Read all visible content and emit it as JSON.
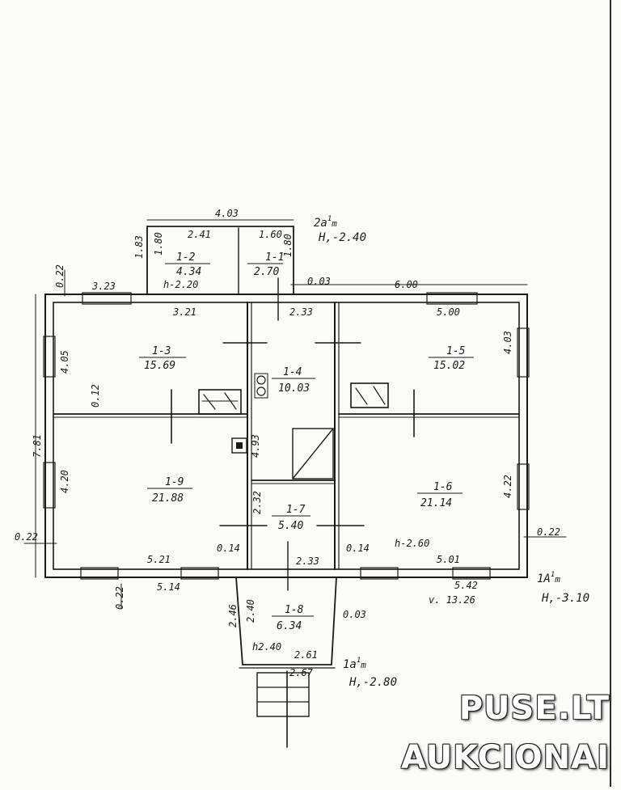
{
  "plan": {
    "rooms": [
      {
        "id": "1-2",
        "area": "4.34"
      },
      {
        "id": "1-1",
        "area": "2.70"
      },
      {
        "id": "1-3",
        "area": "15.69"
      },
      {
        "id": "1-4",
        "area": "10.03"
      },
      {
        "id": "1-5",
        "area": "15.02"
      },
      {
        "id": "1-9",
        "area": "21.88"
      },
      {
        "id": "1-6",
        "area": "21.14"
      },
      {
        "id": "1-7",
        "area": "5.40"
      },
      {
        "id": "1-8",
        "area": "6.34"
      }
    ],
    "dimensions": {
      "annex_width": "4.03",
      "annex_left": "2.41",
      "annex_right": "1.60",
      "annex_h_left": "1.83",
      "annex_h_mid": "1.80",
      "annex_h_right": "1.80",
      "annex_height": "h-2.20",
      "wall_022_top": "0.22",
      "win_323": "3.23",
      "top_003": "0.03",
      "top_600": "6.00",
      "room13_w": "3.21",
      "corr_233_top": "2.33",
      "room15_w": "5.00",
      "left_405": "4.05",
      "right_403": "4.03",
      "wall_012": "0.12",
      "corr_h_493": "4.93",
      "left_total": "7.81",
      "left_420": "4.20",
      "right_422": "4.22",
      "room17_h": "2.32",
      "wall_022_left": "0.22",
      "wall_014_l": "0.14",
      "wall_014_r": "0.14",
      "height_260": "h-2.60",
      "wall_022_right": "0.22",
      "room19_w": "5.21",
      "corr_233_bot": "2.33",
      "room16_w": "5.01",
      "wall_022_bot": "0.22",
      "bot_514": "5.14",
      "bot_542": "5.42",
      "v_1326": "v. 13.26",
      "porch_246": "2.46",
      "porch_240v": "2.40",
      "porch_h240": "h2.40",
      "porch_003": "0.03",
      "porch_261": "2.61",
      "porch_267": "2.67"
    },
    "notes": {
      "annex_code": "2a",
      "annex_code_sup": "1",
      "annex_code_suffix": "m",
      "annex_height": "H,-2.40",
      "main_code": "1A",
      "main_code_sup": "1",
      "main_code_suffix": "m",
      "main_height": "H,-3.10",
      "porch_code": "1a",
      "porch_code_sup": "1",
      "porch_code_suffix": "m",
      "porch_height": "H,-2.80"
    }
  },
  "watermark": {
    "line1": "PUSE.LT",
    "line2": "AUKCIONAI"
  }
}
